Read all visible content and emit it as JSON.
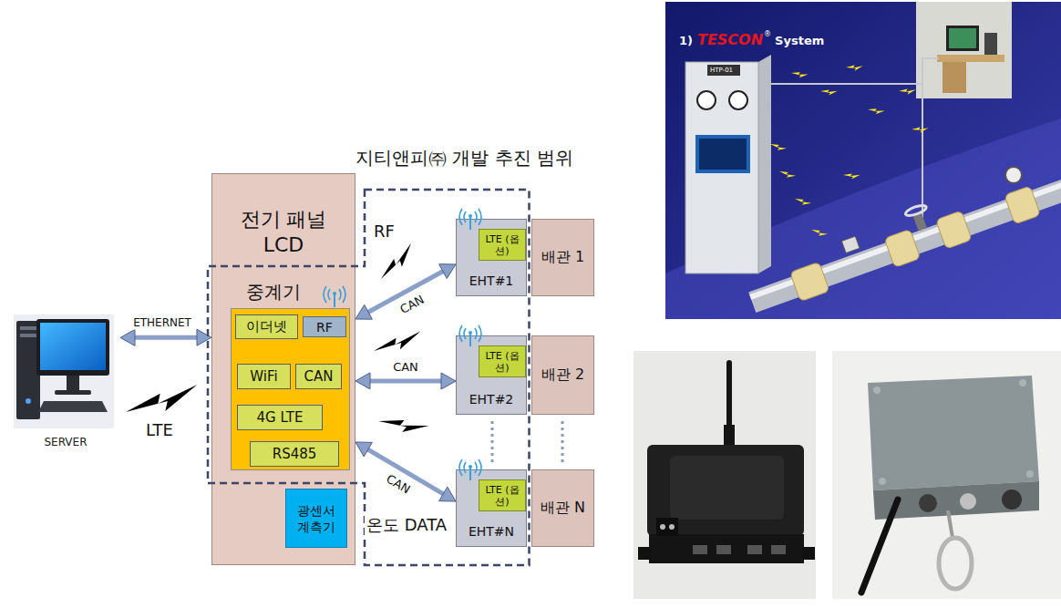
{
  "diagram": {
    "nodes": [
      {
        "text": [
          "전기 패널 LCD"
        ]
      },
      {
        "text": [
          "중계기"
        ],
        "in": 0
      },
      {
        "text": [
          "이더넷"
        ],
        "in": 1
      },
      {
        "text": [
          "RF"
        ],
        "in": 1
      },
      {
        "text": [
          "WiFi"
        ],
        "in": 1
      },
      {
        "text": [
          "CAN"
        ],
        "in": 1
      },
      {
        "text": [
          "4G LTE"
        ],
        "in": 1
      },
      {
        "text": [
          "RS485"
        ],
        "in": 1
      },
      {
        "text": [
          "광센서 계측기"
        ],
        "in": 0
      },
      {
        "text": [
          "SERVER"
        ]
      },
      {
        "text": [
          "EHT#1"
        ]
      },
      {
        "text": [
          "LTE (옵션)"
        ],
        "in": 10
      },
      {
        "text": [
          "EHT#2"
        ]
      },
      {
        "text": [
          "LTE (옵션)"
        ],
        "in": 12
      },
      {
        "text": [
          "EHT#N"
        ]
      },
      {
        "text": [
          "LTE (옵션)"
        ],
        "in": 14
      },
      {
        "text": [
          "배관 1"
        ]
      },
      {
        "text": [
          "배관 2"
        ]
      },
      {
        "text": [
          "배관 N"
        ]
      }
    ],
    "edges": [
      {
        "from": 9,
        "to": 0,
        "arrow": "both",
        "label": "ETHERNET"
      },
      {
        "from": 0,
        "to": 10,
        "arrow": "both",
        "label": "CAN"
      },
      {
        "from": 0,
        "to": 12,
        "arrow": "both",
        "label": "CAN"
      },
      {
        "from": 0,
        "to": 14,
        "arrow": "both",
        "label": "CAN"
      }
    ],
    "labels": [
      "지티앤피㈜ 개발 추진 범위",
      "RF",
      "LTE",
      "온도 DATA",
      "1)",
      "TESCON",
      "®",
      "System",
      "HTP-01"
    ]
  }
}
